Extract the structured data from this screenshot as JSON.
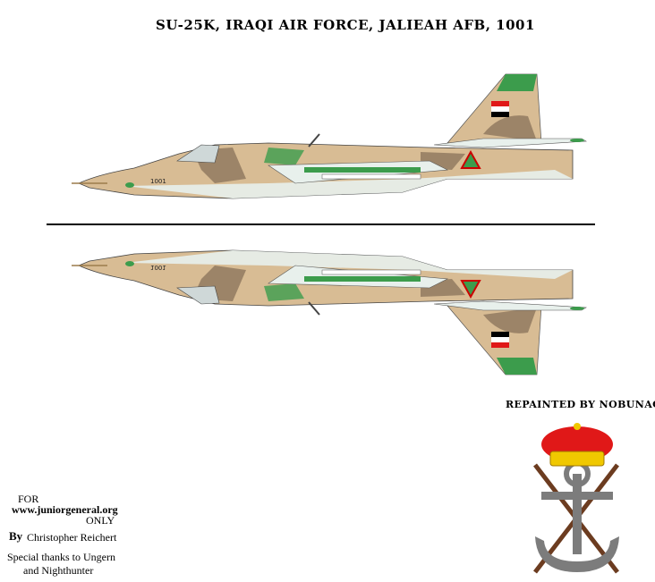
{
  "title": "SU-25K, IRAQI AIR FORCE, JALIEAH AFB, 1001",
  "repainted_by": "REPAINTED BY NOBUNAGA",
  "aircraft_serial": "1001",
  "credits": {
    "for": "FOR",
    "site": "www.juniorgeneral.org",
    "only": "ONLY",
    "by": "By",
    "author": "Christopher Reichert",
    "thanks_line1": "Special thanks to Ungern",
    "thanks_line2": "and Nighthunter"
  },
  "colors": {
    "sand": "#d8bc94",
    "brown": "#9c8468",
    "green": "#3c9c4c",
    "light_grey": "#e8f0ec",
    "crown_red": "#e01818",
    "crown_gold": "#f0c800",
    "anchor_grey": "#7c7c7c"
  }
}
